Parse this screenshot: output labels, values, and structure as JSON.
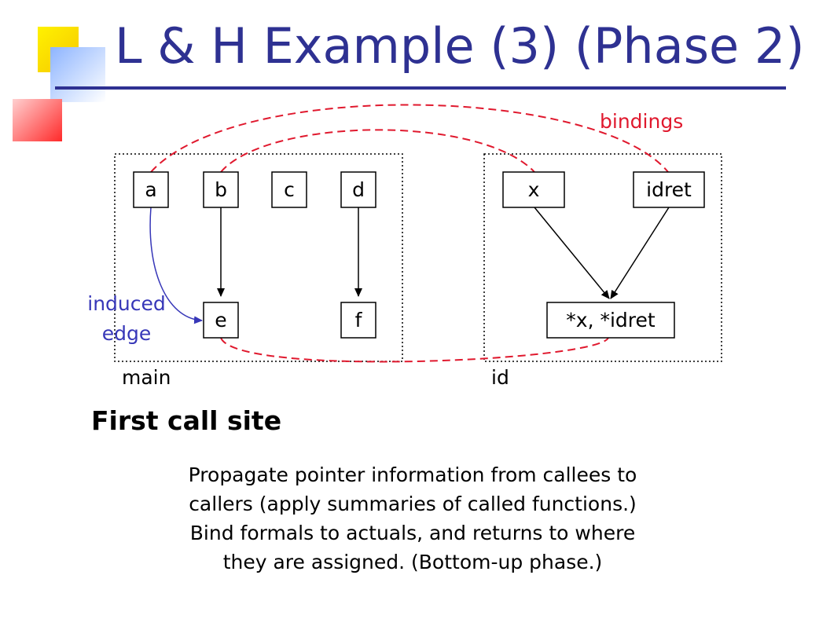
{
  "slide": {
    "title": "L & H Example (3) (Phase 2)",
    "subtitle": "First call site",
    "description_lines": [
      "Propagate pointer information from callees to",
      "callers (apply summaries of called functions.)",
      "Bind formals to actuals, and returns to where",
      "they are assigned.  (Bottom-up phase.)"
    ]
  },
  "diagram": {
    "groups": {
      "main": "main",
      "id": "id"
    },
    "nodes": {
      "a": "a",
      "b": "b",
      "c": "c",
      "d": "d",
      "e": "e",
      "f": "f",
      "x": "x",
      "idret": "idret",
      "deref": "*x, *idret"
    },
    "labels": {
      "bindings": "bindings",
      "induced_line1": "induced",
      "induced_line2": "edge"
    }
  },
  "colors": {
    "title": "#2e3192",
    "bindings": "#e0192e",
    "induced_edge": "#3737b8"
  }
}
